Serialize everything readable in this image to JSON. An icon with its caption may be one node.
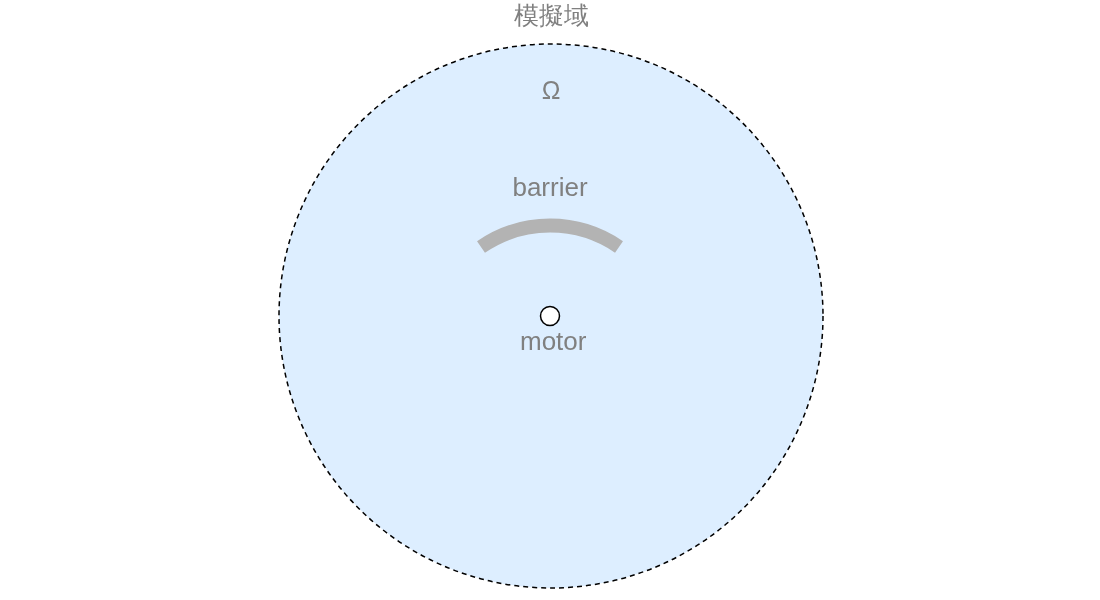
{
  "diagram": {
    "nodes": [
      {
        "text": [
          "模擬域",
          "Ω"
        ]
      },
      {
        "text": [
          "barrier"
        ],
        "in": 0
      },
      {
        "text": [
          "motor"
        ],
        "in": 0
      }
    ]
  }
}
